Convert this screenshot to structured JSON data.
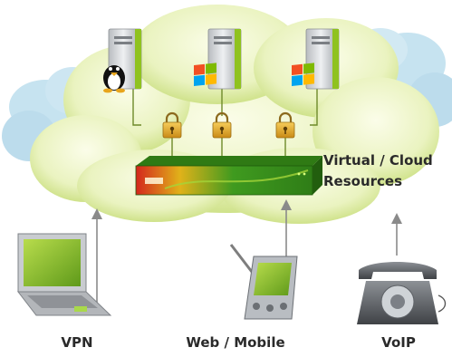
{
  "diagram": {
    "cloud_label_line1": "Virtual / Cloud",
    "cloud_label_line2": "Resources",
    "clients": {
      "vpn": "VPN",
      "web_mobile": "Web / Mobile",
      "voip": "VoIP"
    },
    "servers": [
      {
        "os_icon": "linux-penguin-icon"
      },
      {
        "os_icon": "windows-logo-icon"
      },
      {
        "os_icon": "windows-logo-icon"
      }
    ],
    "colors": {
      "cloud_fill": "#eef6c8",
      "cloud_back": "#bfe0ef",
      "server_accent": "#8fc21f",
      "appliance_green": "#3c9a1e",
      "appliance_red": "#c8201c",
      "lock_gold": "#e3a62a",
      "line": "#6e8a2a"
    }
  }
}
